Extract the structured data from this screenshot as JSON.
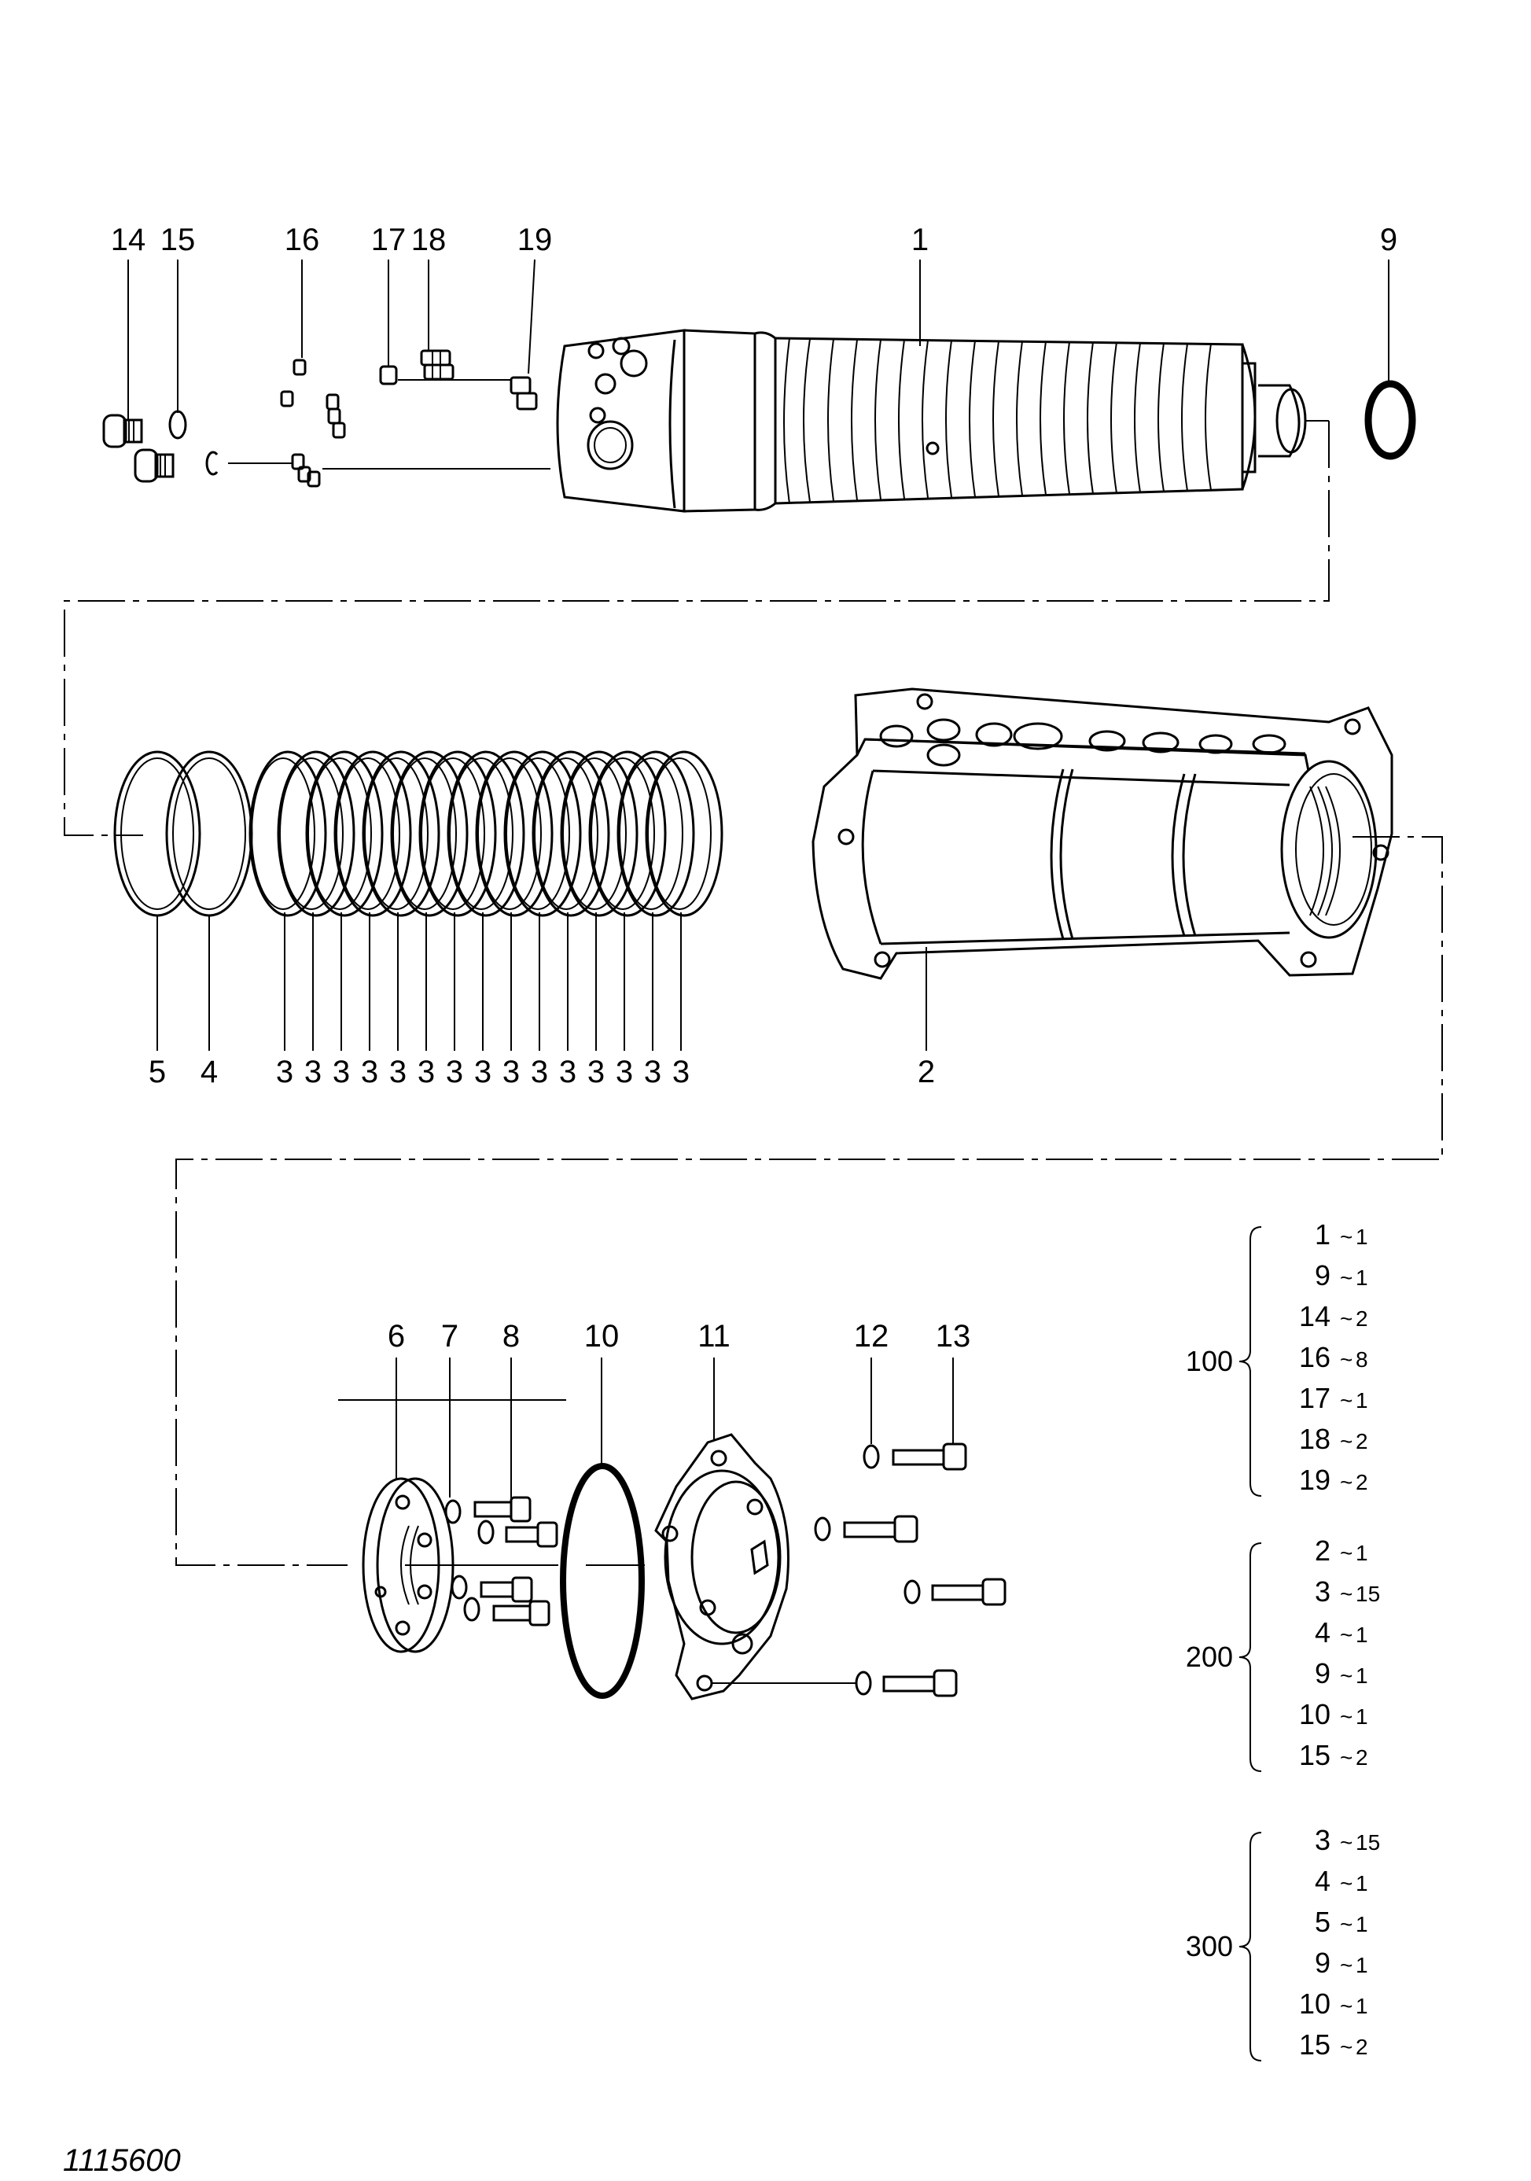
{
  "drawing_number": "1115600",
  "callouts": {
    "p1": "1",
    "p2": "2",
    "p3": "3",
    "p4": "4",
    "p5": "5",
    "p6": "6",
    "p7": "7",
    "p8": "8",
    "p9": "9",
    "p10": "10",
    "p11": "11",
    "p12": "12",
    "p13": "13",
    "p14": "14",
    "p15": "15",
    "p16": "16",
    "p17": "17",
    "p18": "18",
    "p19": "19"
  },
  "kits": [
    {
      "code": "100",
      "items": [
        {
          "part": "1",
          "qty": "1"
        },
        {
          "part": "9",
          "qty": "1"
        },
        {
          "part": "14",
          "qty": "2"
        },
        {
          "part": "16",
          "qty": "8"
        },
        {
          "part": "17",
          "qty": "1"
        },
        {
          "part": "18",
          "qty": "2"
        },
        {
          "part": "19",
          "qty": "2"
        }
      ]
    },
    {
      "code": "200",
      "items": [
        {
          "part": "2",
          "qty": "1"
        },
        {
          "part": "3",
          "qty": "15"
        },
        {
          "part": "4",
          "qty": "1"
        },
        {
          "part": "9",
          "qty": "1"
        },
        {
          "part": "10",
          "qty": "1"
        },
        {
          "part": "15",
          "qty": "2"
        }
      ]
    },
    {
      "code": "300",
      "items": [
        {
          "part": "3",
          "qty": "15"
        },
        {
          "part": "4",
          "qty": "1"
        },
        {
          "part": "5",
          "qty": "1"
        },
        {
          "part": "9",
          "qty": "1"
        },
        {
          "part": "10",
          "qty": "1"
        },
        {
          "part": "15",
          "qty": "2"
        }
      ]
    }
  ]
}
